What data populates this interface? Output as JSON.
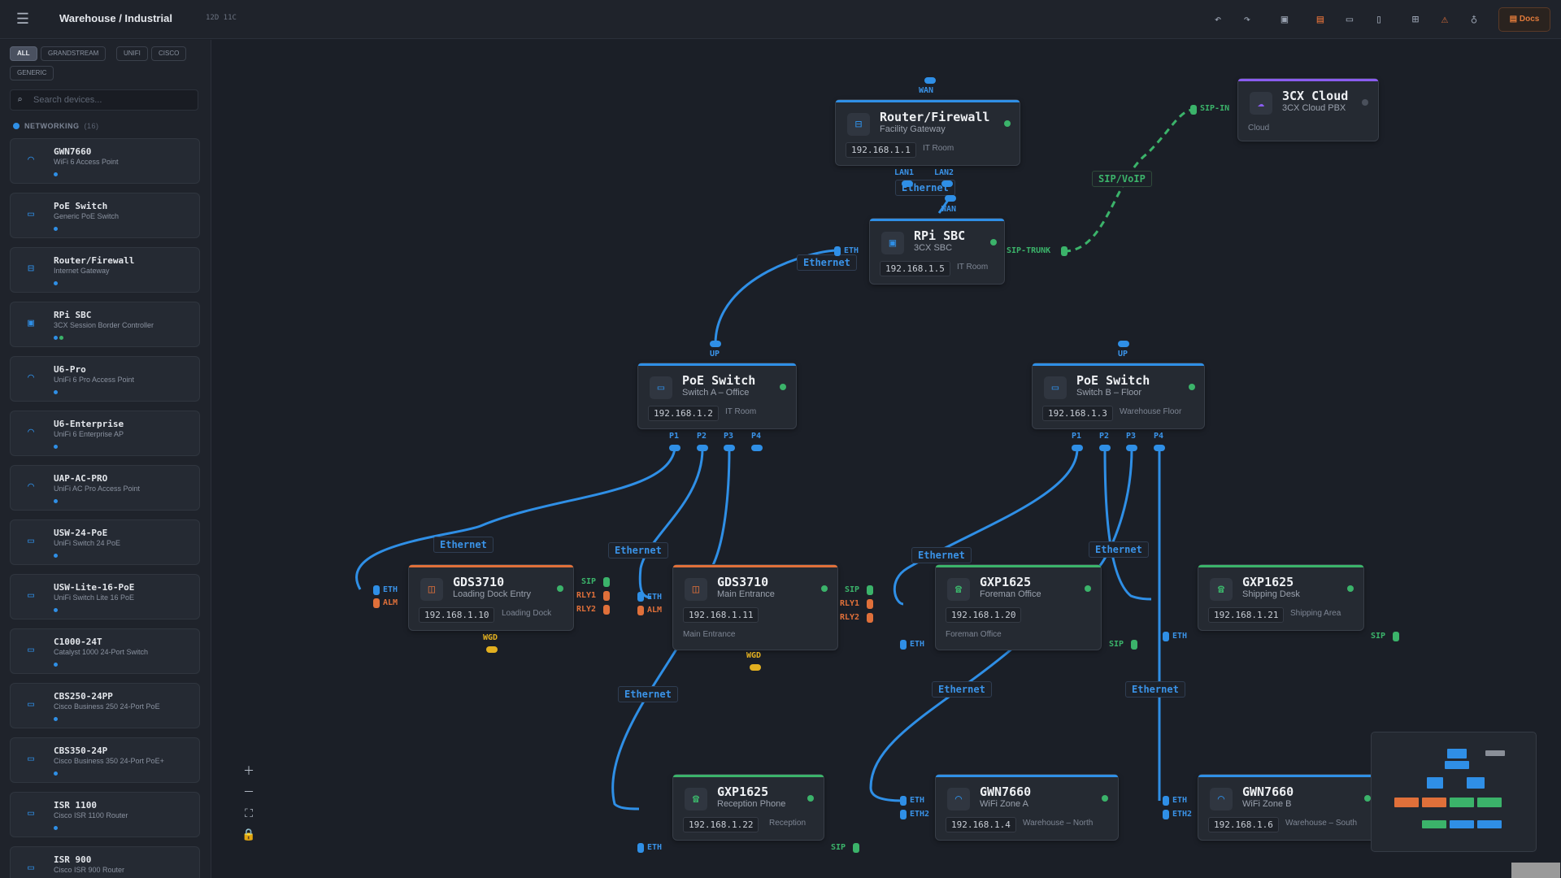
{
  "topbar": {
    "menu_icon": "hamburger-icon",
    "title": "Warehouse / Industrial",
    "stats": "12D 11C",
    "docs_label": "Docs",
    "icons": [
      "undo-icon",
      "redo-icon",
      "image-icon",
      "pdf-file-icon",
      "folder-icon",
      "document-icon",
      "grid-icon",
      "warning-icon",
      "bulb-icon"
    ]
  },
  "sidebar": {
    "filters": [
      "ALL",
      "GRANDSTREAM",
      "UNIFI",
      "CISCO",
      "GENERIC"
    ],
    "active_filter": "ALL",
    "search_placeholder": "Search devices...",
    "section_label": "NETWORKING",
    "section_count": "(16)",
    "devices": [
      {
        "name": "GWN7660",
        "desc": "WiFi 6 Access Point",
        "icon": "access-point-icon",
        "ports": [
          "blue"
        ]
      },
      {
        "name": "PoE Switch",
        "desc": "Generic PoE Switch",
        "icon": "switch-icon",
        "ports": [
          "blue"
        ]
      },
      {
        "name": "Router/Firewall",
        "desc": "Internet Gateway",
        "icon": "router-icon",
        "ports": [
          "blue"
        ]
      },
      {
        "name": "RPi SBC",
        "desc": "3CX Session Border Controller",
        "icon": "sbc-icon",
        "ports": [
          "blue",
          "green"
        ]
      },
      {
        "name": "U6-Pro",
        "desc": "UniFi 6 Pro Access Point",
        "icon": "access-point-icon",
        "ports": [
          "blue"
        ]
      },
      {
        "name": "U6-Enterprise",
        "desc": "UniFi 6 Enterprise AP",
        "icon": "access-point-icon",
        "ports": [
          "blue"
        ]
      },
      {
        "name": "UAP-AC-PRO",
        "desc": "UniFi AC Pro Access Point",
        "icon": "access-point-icon",
        "ports": [
          "blue"
        ]
      },
      {
        "name": "USW-24-PoE",
        "desc": "UniFi Switch 24 PoE",
        "icon": "switch-icon",
        "ports": [
          "blue"
        ]
      },
      {
        "name": "USW-Lite-16-PoE",
        "desc": "UniFi Switch Lite 16 PoE",
        "icon": "switch-icon",
        "ports": [
          "blue"
        ]
      },
      {
        "name": "C1000-24T",
        "desc": "Catalyst 1000 24-Port Switch",
        "icon": "switch-icon",
        "ports": [
          "blue"
        ]
      },
      {
        "name": "CBS250-24PP",
        "desc": "Cisco Business 250 24-Port PoE",
        "icon": "switch-icon",
        "ports": [
          "blue"
        ]
      },
      {
        "name": "CBS350-24P",
        "desc": "Cisco Business 350 24-Port PoE+",
        "icon": "switch-icon",
        "ports": [
          "blue"
        ]
      },
      {
        "name": "ISR 1100",
        "desc": "Cisco ISR 1100 Router",
        "icon": "switch-icon",
        "ports": [
          "blue"
        ]
      },
      {
        "name": "ISR 900",
        "desc": "Cisco ISR 900 Router",
        "icon": "switch-icon",
        "ports": [
          "blue"
        ]
      }
    ]
  },
  "colors": {
    "blue": "#2f8fe6",
    "green": "#3bb36a",
    "orange": "#e0703a",
    "purple": "#8a5cf0",
    "yellow": "#e3b020"
  },
  "nodes": {
    "router": {
      "title": "Router/Firewall",
      "sub": "Facility Gateway",
      "ip": "192.168.1.1",
      "loc": "IT Room",
      "ports": {
        "top": "WAN",
        "lan1": "LAN1",
        "lan2": "LAN2"
      }
    },
    "cloud": {
      "title": "3CX Cloud",
      "sub": "3CX Cloud PBX",
      "loc": "Cloud",
      "ports": {
        "in": "SIP-IN"
      }
    },
    "sbc": {
      "title": "RPi SBC",
      "sub": "3CX SBC",
      "ip": "192.168.1.5",
      "loc": "IT Room",
      "ports": {
        "wan": "WAN",
        "eth": "ETH",
        "trunk": "SIP-TRUNK"
      }
    },
    "swa": {
      "title": "PoE Switch",
      "sub": "Switch A – Office",
      "ip": "192.168.1.2",
      "loc": "IT Room",
      "ports": {
        "up": "UP",
        "p1": "P1",
        "p2": "P2",
        "p3": "P3",
        "p4": "P4"
      }
    },
    "swb": {
      "title": "PoE Switch",
      "sub": "Switch B – Floor",
      "ip": "192.168.1.3",
      "loc": "Warehouse Floor",
      "ports": {
        "up": "UP",
        "p1": "P1",
        "p2": "P2",
        "p3": "P3",
        "p4": "P4"
      }
    },
    "gds1": {
      "title": "GDS3710",
      "sub": "Loading Dock Entry",
      "ip": "192.168.1.10",
      "loc": "Loading Dock",
      "ports": {
        "eth": "ETH",
        "alm": "ALM",
        "sip": "SIP",
        "rly1": "RLY1",
        "rly2": "RLY2",
        "wgd": "WGD"
      }
    },
    "gds2": {
      "title": "GDS3710",
      "sub": "Main Entrance",
      "ip": "192.168.1.11",
      "loc": "Main Entrance",
      "ports": {
        "eth": "ETH",
        "alm": "ALM",
        "sip": "SIP",
        "rly1": "RLY1",
        "rly2": "RLY2",
        "wgd": "WGD"
      }
    },
    "gxp1": {
      "title": "GXP1625",
      "sub": "Foreman Office",
      "ip": "192.168.1.20",
      "loc": "Foreman Office",
      "ports": {
        "eth": "ETH",
        "sip": "SIP"
      }
    },
    "gxp2": {
      "title": "GXP1625",
      "sub": "Shipping Desk",
      "ip": "192.168.1.21",
      "loc": "Shipping Area",
      "ports": {
        "eth": "ETH",
        "sip": "SIP"
      }
    },
    "gxp3": {
      "title": "GXP1625",
      "sub": "Reception Phone",
      "ip": "192.168.1.22",
      "loc": "Reception",
      "ports": {
        "eth": "ETH",
        "sip": "SIP"
      }
    },
    "ap1": {
      "title": "GWN7660",
      "sub": "WiFi Zone A",
      "ip": "192.168.1.4",
      "loc": "Warehouse – North",
      "ports": {
        "eth": "ETH",
        "eth2": "ETH2"
      }
    },
    "ap2": {
      "title": "GWN7660",
      "sub": "WiFi Zone B",
      "ip": "192.168.1.6",
      "loc": "Warehouse – South",
      "ports": {
        "eth": "ETH",
        "eth2": "ETH2"
      }
    }
  },
  "edges": {
    "ethernet": "Ethernet",
    "sip": "SIP/VoIP"
  },
  "zoom": {
    "in_icon": "zoom-in-icon",
    "out_icon": "zoom-out-icon",
    "fit_icon": "fit-view-icon",
    "lock_icon": "lock-icon"
  }
}
